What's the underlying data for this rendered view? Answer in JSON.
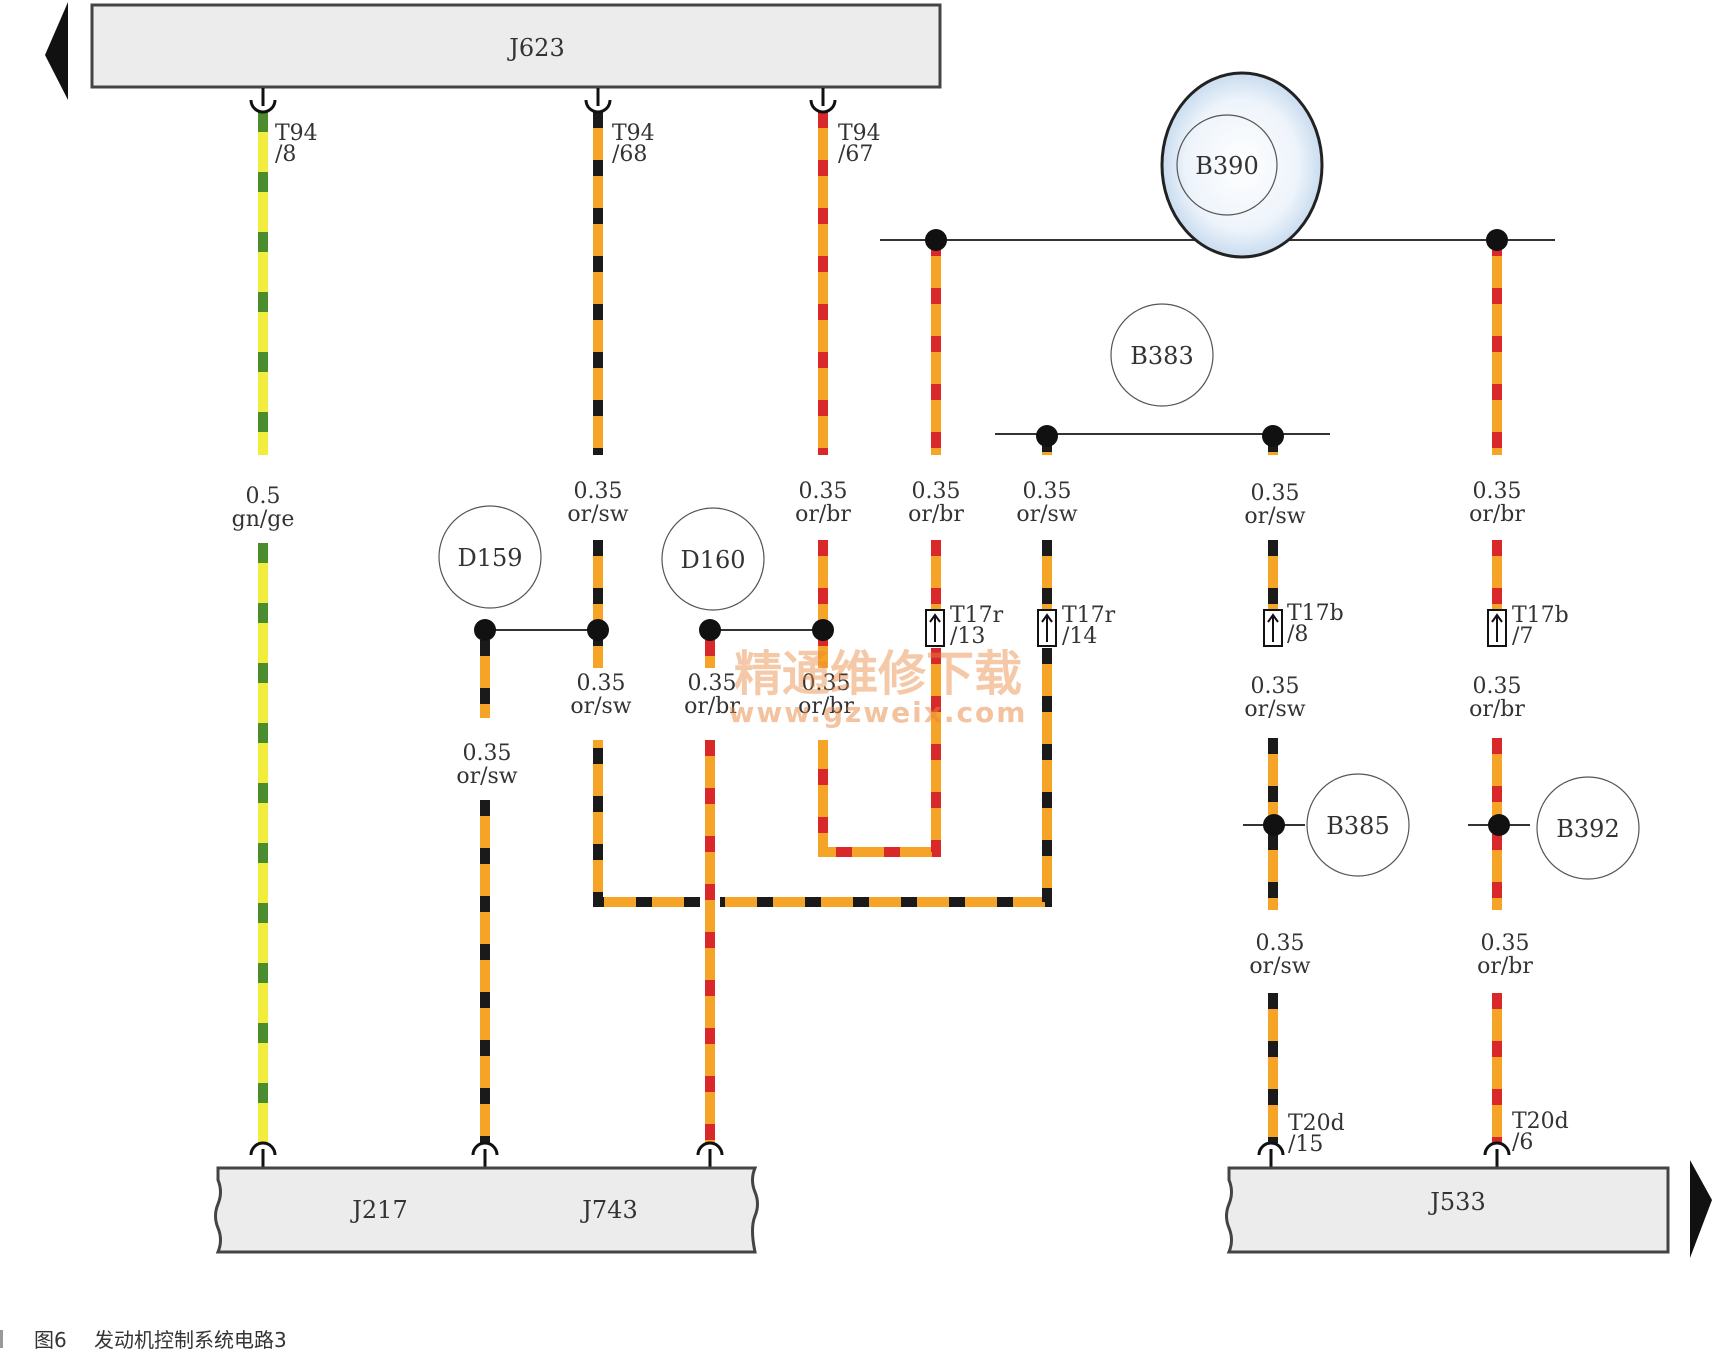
{
  "components": {
    "j623": "J623",
    "j217": "J217",
    "j743": "J743",
    "j533": "J533",
    "b390": "B390",
    "b383": "B383",
    "d159": "D159",
    "d160": "D160",
    "b385": "B385",
    "b392": "B392"
  },
  "connectors": {
    "t94_8": [
      "T94",
      "/8"
    ],
    "t94_68": [
      "T94",
      "/68"
    ],
    "t94_67": [
      "T94",
      "/67"
    ],
    "t17r_13": [
      "T17r",
      "/13"
    ],
    "t17r_14": [
      "T17r",
      "/14"
    ],
    "t17b_8": [
      "T17b",
      "/8"
    ],
    "t17b_7": [
      "T17b",
      "/7"
    ],
    "t20d_15": [
      "T20d",
      "/15"
    ],
    "t20d_6": [
      "T20d",
      "/6"
    ]
  },
  "wire_labels": {
    "w1": [
      "0.5",
      "gn/ge"
    ],
    "w2": [
      "0.35",
      "or/sw"
    ],
    "w3": [
      "0.35",
      "or/br"
    ],
    "w4": [
      "0.35",
      "or/br"
    ],
    "w5": [
      "0.35",
      "or/sw"
    ],
    "w6": [
      "0.35",
      "or/sw"
    ],
    "w7": [
      "0.35",
      "or/br"
    ],
    "w8": [
      "0.35",
      "or/sw"
    ],
    "w9": [
      "0.35",
      "or/sw"
    ],
    "w10": [
      "0.35",
      "or/br"
    ],
    "w11": [
      "0.35",
      "or/br"
    ],
    "w12": [
      "0.35",
      "or/sw"
    ],
    "w13": [
      "0.35",
      "or/br"
    ],
    "w14": [
      "0.35",
      "or/sw"
    ],
    "w15": [
      "0.35",
      "or/br"
    ]
  },
  "wire_colors": {
    "green": "#4a8c2e",
    "yellow": "#f2ec3c",
    "orange": "#f6a427",
    "black": "#1a1a1a",
    "red": "#d8282a"
  },
  "caption": {
    "figure": "图6",
    "title": "发动机控制系统电路3"
  },
  "watermark": {
    "cn": "精通维修下载",
    "url": "www.gzweix.com"
  },
  "icons": {
    "left": "triangle-left-icon",
    "right": "triangle-right-icon"
  }
}
